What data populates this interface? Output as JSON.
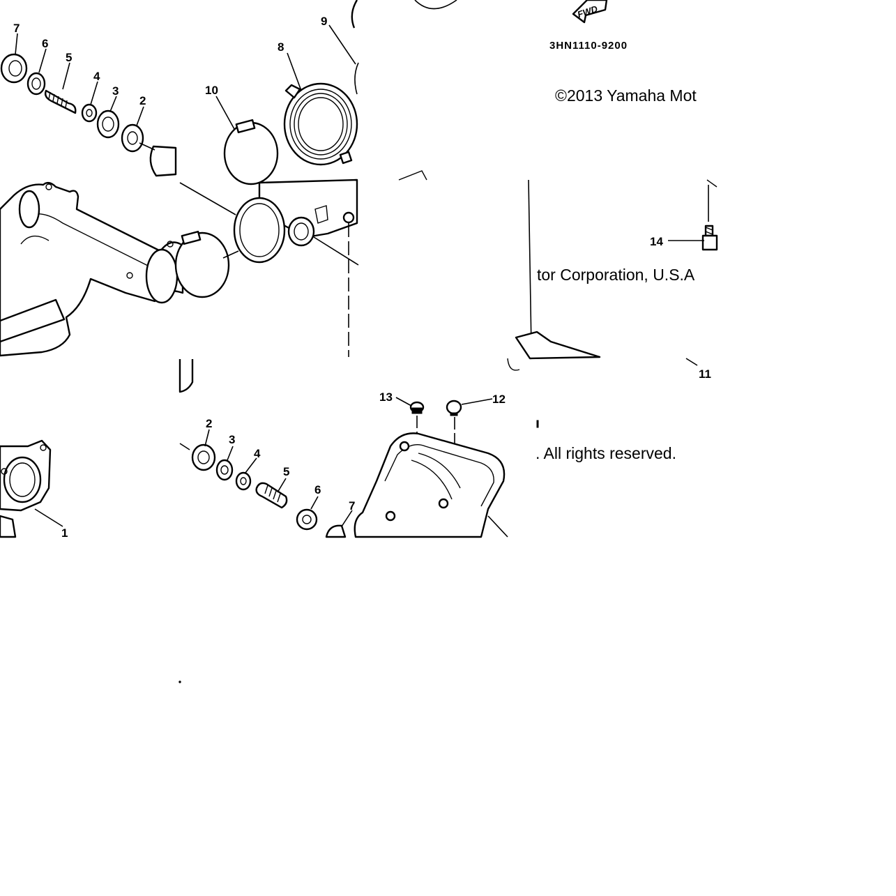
{
  "diagram": {
    "part_code": "3HN1110-9200",
    "fwd_label": "FWD",
    "copyright_fragments": [
      "©2013 Yamaha Mot",
      "tor Corporation, U.S.A",
      ". All rights reserved."
    ],
    "callouts_top": [
      "7",
      "6",
      "5",
      "4",
      "3",
      "2",
      "9",
      "8",
      "10",
      "14",
      "11"
    ],
    "callouts_bottom": [
      "2",
      "3",
      "4",
      "5",
      "6",
      "7",
      "13",
      "12",
      "1"
    ]
  }
}
